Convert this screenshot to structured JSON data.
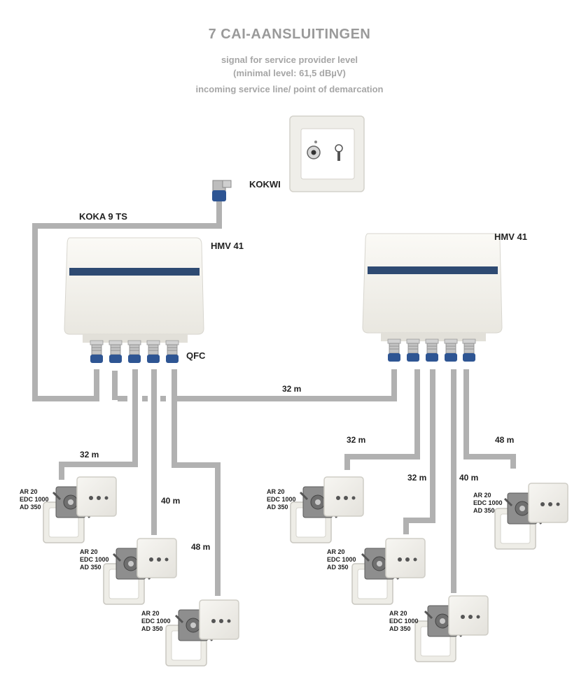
{
  "title": "7 CAI-AANSLUITINGEN",
  "subtitle_lines": [
    "signal for service provider level",
    "(minimal level: 61,5 dBµV)",
    "incoming service line/ point of demarcation"
  ],
  "labels": {
    "kokwi": "KOKWI",
    "koka": "KOKA 9 TS",
    "hmv_left": "HMV 41",
    "hmv_right": "HMV 41",
    "qfc": "QFC",
    "trunk_distance": "32 m"
  },
  "left_cables": [
    "32 m",
    "40 m",
    "48 m"
  ],
  "right_cables": [
    "32 m",
    "32 m",
    "40 m",
    "48 m"
  ],
  "outlet_spec": [
    "AR 20",
    "EDC 1000",
    "AD 350"
  ],
  "colors": {
    "cable": "#b1b1b1",
    "amp_body": "#f4f3ee",
    "amp_stripe": "#2e4a72",
    "connector_blue": "#2e5593",
    "title_gray": "#9a9a9a"
  }
}
